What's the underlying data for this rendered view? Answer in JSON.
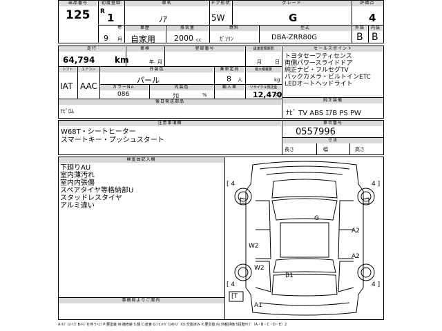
{
  "header": {
    "lot": {
      "label": "出品番号",
      "value": "125"
    },
    "year": {
      "label": "初度登録",
      "era": "R",
      "value": "1",
      "unit_year": "年",
      "month": "9",
      "unit_month": "月"
    },
    "car_name": {
      "label": "車名",
      "value": "ﾉｱ"
    },
    "door": {
      "label": "ドア形状",
      "value": "5W"
    },
    "grade": {
      "label": "グレード",
      "value": "G"
    },
    "score": {
      "label": "評価点",
      "value": "4"
    },
    "usage": {
      "label": "車歴",
      "value": "自家用"
    },
    "displacement": {
      "label": "排気量",
      "value": "2000",
      "unit": "cc"
    },
    "fuel": {
      "label": "燃料",
      "value": "ｶﾞｿﾘﾝ"
    },
    "model": {
      "label": "型式",
      "value": "DBA-ZRR80G"
    },
    "exterior": {
      "label": "外装",
      "value": "B"
    },
    "interior": {
      "label": "内装",
      "value": "B"
    }
  },
  "spec": {
    "mileage": {
      "label": "走行",
      "value": "64,794",
      "unit": "km"
    },
    "inspection": {
      "label": "車検",
      "unit_year": "年",
      "unit_month": "月"
    },
    "reg_number": {
      "label": "登録番号"
    },
    "transfer": {
      "label": "譲渡書類期限",
      "unit_month": "月",
      "unit_day": "日"
    },
    "shift": {
      "label": "シフト",
      "value": "IAT"
    },
    "aircon": {
      "label": "エアコン",
      "value": "AAC"
    },
    "color": {
      "label": "外装色",
      "value": "パール"
    },
    "capacity": {
      "label": "乗車定員",
      "value": "8",
      "unit": "人"
    },
    "load": {
      "label": "最大積載量",
      "unit": "kg"
    },
    "color_no": {
      "label": "カラーNo.",
      "value": "086"
    },
    "interior_color": {
      "label": "内装色",
      "value": "ｸﾛ"
    },
    "import": {
      "label": "輸入車",
      "unit": "%"
    },
    "recycle": {
      "label": "リサイクル預託金",
      "value": "12,470",
      "unit": "円"
    },
    "aftermarket": {
      "label": "後日発送部品",
      "value": "ﾅﾋﾞﾛﾑ"
    }
  },
  "sales_points": {
    "label": "セールスポイント",
    "items": [
      "トヨタセーフティセンス",
      "両側パワースライドドア",
      "純正ナビ・フルセグTV",
      "バックカメラ・ビルトインETC",
      "LEDオートヘッドライト"
    ]
  },
  "equipment": {
    "label": "純正装備",
    "value": "ﾅﾋﾞ TV ABS ｴｱB PS PW"
  },
  "notes": {
    "label": "注意事項欄",
    "items": [
      "W68T・シートヒーター",
      "スマートキー・プッシュスタート"
    ]
  },
  "chassis": {
    "label": "車台番号",
    "value": "0557996"
  },
  "dims": {
    "label": "寸法",
    "length": "長さ",
    "width": "幅",
    "height": "高さ"
  },
  "inspector": {
    "label": "検査員記入欄",
    "items": [
      "下廻りAU",
      "室内薄汚れ",
      "室内内張傷",
      "スペアタイヤ等格納部U",
      "スタッドレスタイヤ",
      "アルミ違い"
    ]
  },
  "office": {
    "label": "事務局よりご案内"
  },
  "diagram": {
    "tires": [
      "4",
      "4",
      "4",
      "4"
    ],
    "marks": [
      "G",
      "A2",
      "W2",
      "A2",
      "W2",
      "B1",
      "A1"
    ],
    "trunk": "T"
  },
  "legend": "A:ｷｽﾞ U:ﾍｺﾐ B:ｷｽﾞを伴うﾍｺﾐ P:要塗装 W:補修跡 S:錆 C:腐食 G:ﾌﾛﾝﾄｶﾞﾗｽ点ｷｽﾞ XX:交換済み X:要交換 内:外観評価 5段階ｻｲｽﾞ（A・B・C・D・E）2"
}
